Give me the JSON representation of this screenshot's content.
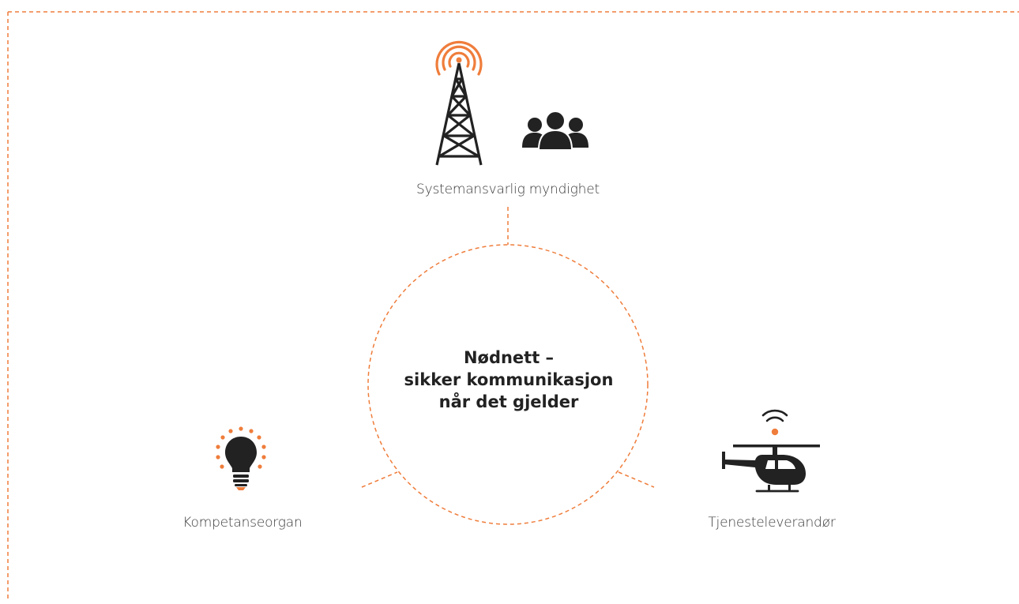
{
  "colors": {
    "accent": "#ef7d3b",
    "icon": "#222222",
    "text": "#3a3a3a"
  },
  "center": {
    "line1": "Nødnett –",
    "line2": "sikker kommunikasjon",
    "line3": "når det gjelder"
  },
  "nodes": {
    "top": {
      "label": "Systemansvarlig myndighet",
      "icons": [
        "radio-tower-icon",
        "people-group-icon"
      ]
    },
    "left": {
      "label": "Kompetanseorgan",
      "icons": [
        "lightbulb-icon"
      ]
    },
    "right": {
      "label": "Tjenesteleverandør",
      "icons": [
        "helicopter-icon",
        "wifi-signal-icon"
      ]
    }
  }
}
